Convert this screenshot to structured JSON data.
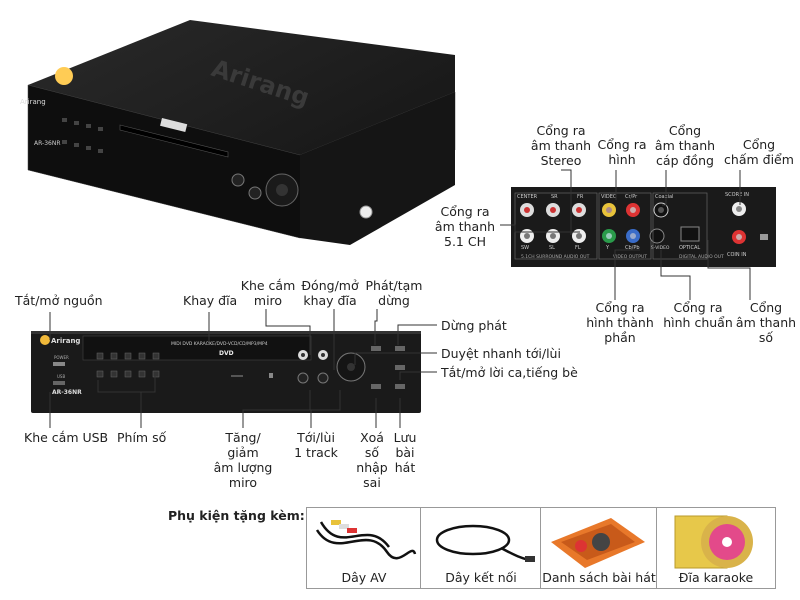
{
  "brand": "Arirang",
  "panel_model": "AR-36NR",
  "panel_title": "MIDI DVD KARAOKE/DVD-VCD/CD/MP3/MP4",
  "panel_dvd": "DVD",
  "panel_power": "POWER",
  "panel_usb": "USB",
  "rear_sections": {
    "surround": "5.1CH SURROUND AUDIO OUT",
    "video": "VIDEO OUTPUT",
    "digital": "DIGITAL AUDIO OUT",
    "score": "SCORE IN",
    "coin": "COIN IN",
    "jack_center": "CENTER",
    "jack_sr": "SR",
    "jack_fr": "FR",
    "jack_sw": "SW",
    "jack_sl": "SL",
    "jack_fl": "FL",
    "jack_video": "VIDEO",
    "jack_cr": "Cr/Pr",
    "jack_y": "Y",
    "jack_cb": "Cb/Pb",
    "jack_svideo": "S-VIDEO",
    "jack_coaxial": "Coaxial",
    "jack_optical": "OPTICAL"
  },
  "rear_labels": {
    "stereo": "Cổng ra\nâm thanh\nStereo",
    "video_out": "Cổng ra\nhình",
    "coaxial": "Cổng\nâm thanh\ncáp đồng",
    "score": "Cổng\nchấm điểm",
    "surround51": "Cổng ra\nâm thanh\n5.1 CH",
    "component": "Cổng ra\nhình thành\nphần",
    "svideo": "Cổng ra\nhình chuẩn",
    "optical": "Cổng\nâm thanh\nsố"
  },
  "front_labels": {
    "power": "Tắt/mở nguồn",
    "tray": "Khay đĩa",
    "mic_jack": "Khe cắm\nmiro",
    "open_close": "Đóng/mở\nkhay đĩa",
    "play_pause": "Phát/tạm\ndừng",
    "stop": "Dừng phát",
    "fast_browse": "Duyệt nhanh tới/lùi",
    "vocal": "Tắt/mở lời ca,tiếng bè",
    "usb": "Khe cắm USB",
    "numpad": "Phím số",
    "mic_volume": "Tăng/\ngiảm\nâm lượng\nmiro",
    "track": "Tới/lùi\n1 track",
    "clear": "Xoá\nsố\nnhập\nsai",
    "save": "Lưu\nbài\nhát"
  },
  "accessories": {
    "title": "Phụ kiện tặng kèm:",
    "items": [
      "Dây AV",
      "Dây kết nối",
      "Danh sách bài hát",
      "Đĩa karaoke"
    ]
  }
}
